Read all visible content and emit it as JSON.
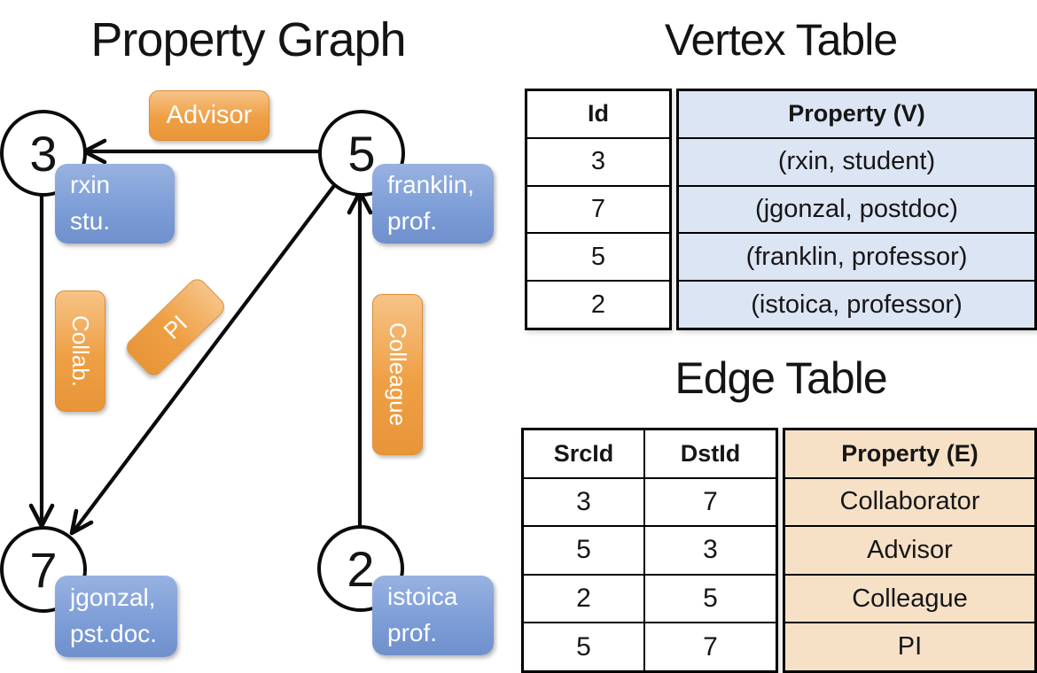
{
  "graph": {
    "title": "Property Graph",
    "nodes": [
      {
        "id": "3",
        "label_line1": "rxin",
        "label_line2": "stu."
      },
      {
        "id": "5",
        "label_line1": "franklin,",
        "label_line2": "prof."
      },
      {
        "id": "7",
        "label_line1": "jgonzal,",
        "label_line2": "pst.doc."
      },
      {
        "id": "2",
        "label_line1": "istoica",
        "label_line2": "prof."
      }
    ],
    "edge_labels": {
      "advisor": "Advisor",
      "collab": "Collab.",
      "pi": "PI",
      "colleague": "Colleague"
    }
  },
  "vertex_table": {
    "title": "Vertex Table",
    "columns": [
      "Id",
      "Property (V)"
    ],
    "rows": [
      [
        "3",
        "(rxin, student)"
      ],
      [
        "7",
        "(jgonzal, postdoc)"
      ],
      [
        "5",
        "(franklin, professor)"
      ],
      [
        "2",
        "(istoica, professor)"
      ]
    ]
  },
  "edge_table": {
    "title": "Edge Table",
    "columns": [
      "SrcId",
      "DstId",
      "Property (E)"
    ],
    "rows": [
      [
        "3",
        "7",
        "Collaborator"
      ],
      [
        "5",
        "3",
        "Advisor"
      ],
      [
        "2",
        "5",
        "Colleague"
      ],
      [
        "5",
        "7",
        "PI"
      ]
    ]
  },
  "colors": {
    "edge_label_fill": "#EFA04A",
    "edge_label_border": "#DB8F35",
    "vertex_label_fill": "#84A3DB",
    "vertex_table_cell_fill": "#DCE5F4",
    "edge_table_cell_fill": "#F6E1C7",
    "line_color": "#0B0B0B",
    "text_on_boxes": "#FFFFFF"
  }
}
